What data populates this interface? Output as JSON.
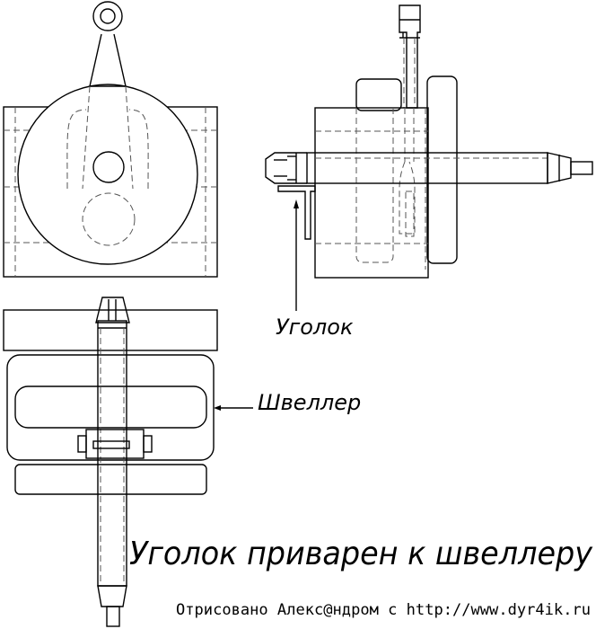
{
  "labels": {
    "angle": "Уголок",
    "channel": "Швеллер",
    "caption": "Уголок приварен к швеллеру",
    "credit": "Отрисовано Алекс@ндром с http://www.dyr4ik.ru"
  }
}
